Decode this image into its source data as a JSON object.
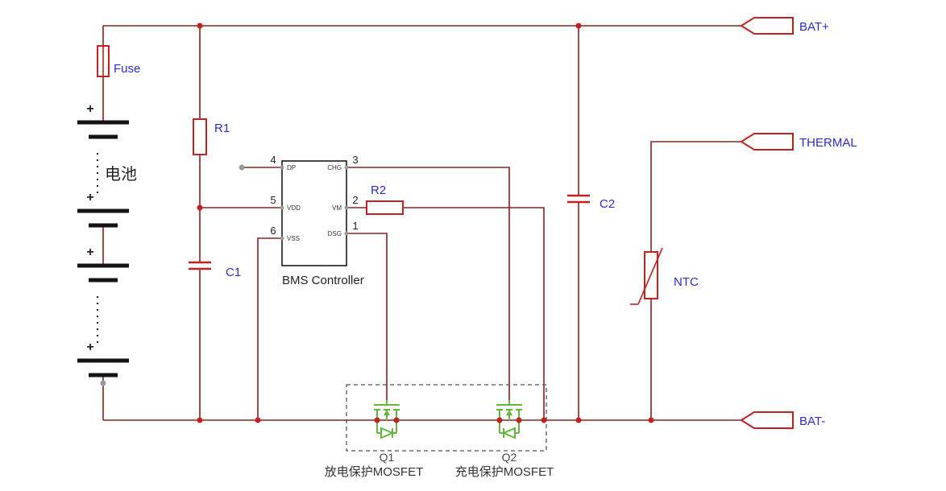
{
  "battery": {
    "label": "电池",
    "plus": "+"
  },
  "fuse": {
    "label": "Fuse"
  },
  "resistors": {
    "r1": "R1",
    "r2": "R2"
  },
  "capacitors": {
    "c1": "C1",
    "c2": "C2"
  },
  "ntc": {
    "label": "NTC"
  },
  "bms": {
    "label": "BMS Controller",
    "pins": {
      "left": [
        {
          "num": "4",
          "name": "DP"
        },
        {
          "num": "5",
          "name": "VDD"
        },
        {
          "num": "6",
          "name": "VSS"
        }
      ],
      "right": [
        {
          "num": "3",
          "name": "CHG"
        },
        {
          "num": "2",
          "name": "VM"
        },
        {
          "num": "1",
          "name": "DSG"
        }
      ]
    }
  },
  "mosfets": {
    "q1": {
      "label": "Q1",
      "caption": "放电保护MOSFET"
    },
    "q2": {
      "label": "Q2",
      "caption": "充电保护MOSFET"
    }
  },
  "connectors": {
    "bat_plus": "BAT+",
    "thermal": "THERMAL",
    "bat_minus": "BAT-"
  },
  "colors": {
    "wire": "#8a2020",
    "component_red": "#c22121",
    "label_blue": "#2b2bd4",
    "mosfet_green": "#63b53c",
    "text_dark": "#333333",
    "terminal_gray": "#9a9a9a"
  }
}
